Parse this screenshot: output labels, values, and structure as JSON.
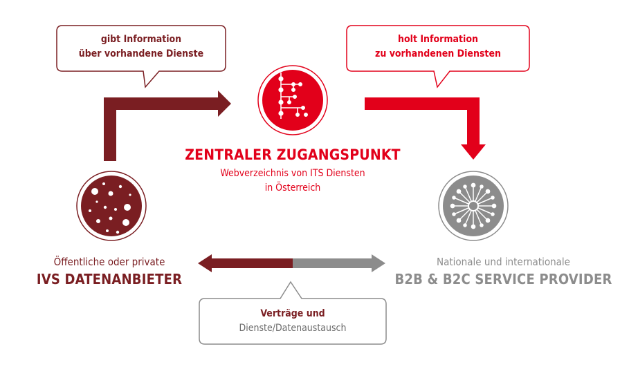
{
  "bubble_left": {
    "line1": "gibt Information",
    "line2": "über vorhandene Dienste"
  },
  "bubble_right": {
    "line1": "holt Information",
    "line2": "zu vorhandenen Diensten"
  },
  "bubble_bottom": {
    "line1": "Verträge und",
    "line2": "Dienste/Datenaustausch"
  },
  "center": {
    "title": "ZENTRALER ZUGANGSPUNKT",
    "subtitle_line1": "Webverzeichnis von ITS Diensten",
    "subtitle_line2": "in Österreich"
  },
  "left_node": {
    "line1": "Öffentliche oder private",
    "line2": "IVS DATENANBIETER"
  },
  "right_node": {
    "line1": "Nationale und internationale",
    "line2": "B2B & B2C SERVICE PROVIDER"
  },
  "colors": {
    "dark_red": "#7a1e22",
    "red": "#e2001a",
    "gray": "#8c8c8c"
  },
  "icons": {
    "center": "directory-tree-icon",
    "left": "data-dots-icon",
    "right": "network-hub-icon"
  }
}
